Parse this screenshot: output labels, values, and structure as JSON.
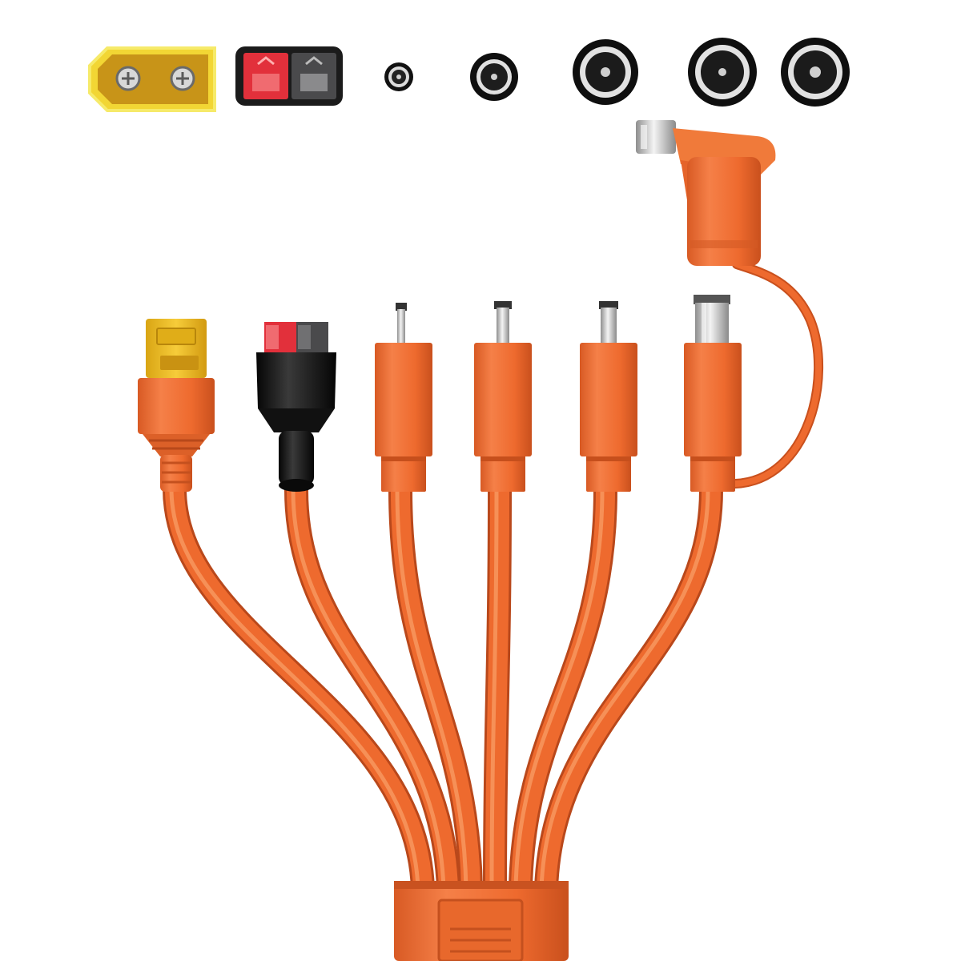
{
  "image": {
    "subject": "multi-head-dc-power-cable",
    "colors": {
      "background": "#ffffff",
      "cable": "#ee6a2e",
      "cable_dark": "#c4501e",
      "cable_light": "#f7925a",
      "xt60_yellow": "#f1bf1a",
      "anderson_red": "#e2303b",
      "anderson_gray": "#4a4a4c",
      "boot_black": "#151515",
      "metal": "#d6d6d6",
      "metal_dark": "#8d8d8d"
    },
    "top_row_icons": [
      "xt60-face-icon",
      "anderson-face-icon",
      "dc-barrel-small-face-icon",
      "dc-barrel-medium-face-icon",
      "dc-barrel-large-face-icon",
      "dc-barrel-large-face-icon-2",
      "dc-barrel-large-face-icon-3"
    ],
    "connectors": [
      "xt60-connector",
      "anderson-connector",
      "dc-plug-1",
      "dc-plug-2",
      "dc-plug-3",
      "dc-plug-4",
      "angled-adapter"
    ]
  }
}
